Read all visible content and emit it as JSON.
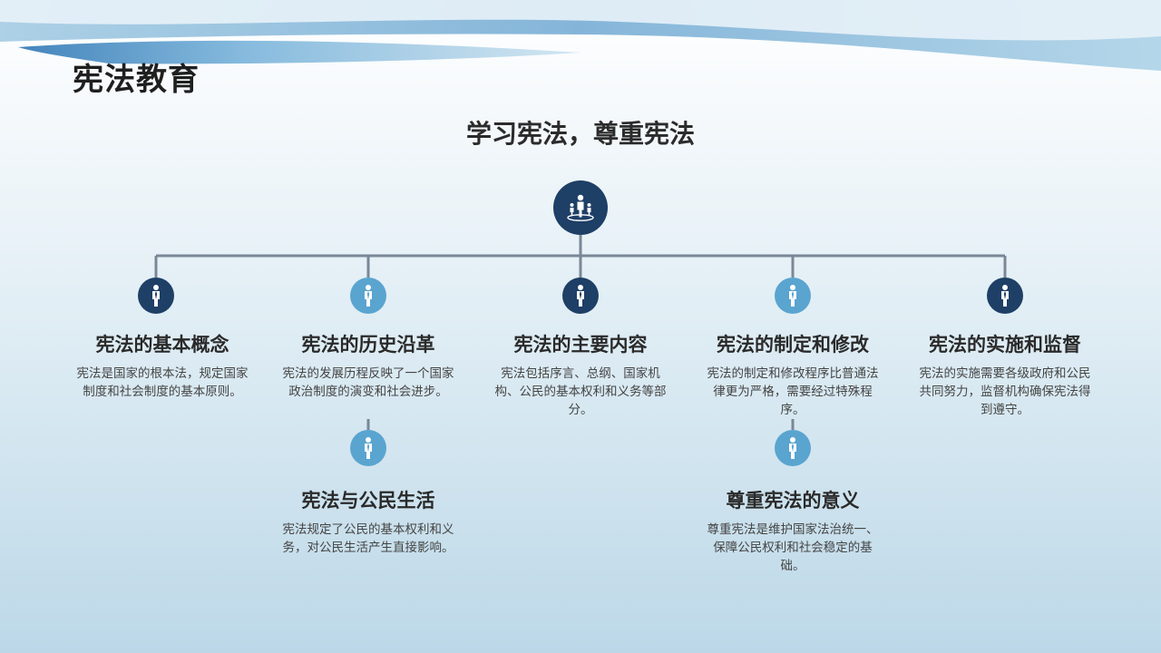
{
  "slide": {
    "title": "宪法教育"
  },
  "diagram": {
    "heading": "学习宪法，尊重宪法",
    "root_icon": "people-group-icon",
    "colors": {
      "dark": "#1e3f66",
      "light": "#5aa4d0",
      "line": "#7a8797"
    },
    "nodes": [
      {
        "title": "宪法的基本概念",
        "desc": "宪法是国家的根本法，规定国家制度和社会制度的基本原则。",
        "icon": "person-icon",
        "tone": "dark"
      },
      {
        "title": "宪法的历史沿革",
        "desc": "宪法的发展历程反映了一个国家政治制度的演变和社会进步。",
        "icon": "person-icon",
        "tone": "light"
      },
      {
        "title": "宪法的主要内容",
        "desc": "宪法包括序言、总纲、国家机构、公民的基本权利和义务等部分。",
        "icon": "person-icon",
        "tone": "dark"
      },
      {
        "title": "宪法的制定和修改",
        "desc": "宪法的制定和修改程序比普通法律更为严格，需要经过特殊程序。",
        "icon": "person-icon",
        "tone": "light"
      },
      {
        "title": "宪法的实施和监督",
        "desc": "宪法的实施需要各级政府和公民共同努力，监督机构确保宪法得到遵守。",
        "icon": "person-icon",
        "tone": "dark"
      }
    ],
    "sub_nodes": [
      {
        "title": "宪法与公民生活",
        "desc": "宪法规定了公民的基本权利和义务，对公民生活产生直接影响。",
        "icon": "person-icon",
        "tone": "light"
      },
      {
        "title": "尊重宪法的意义",
        "desc": "尊重宪法是维护国家法治统一、保障公民权利和社会稳定的基础。",
        "icon": "person-icon",
        "tone": "light"
      }
    ]
  }
}
